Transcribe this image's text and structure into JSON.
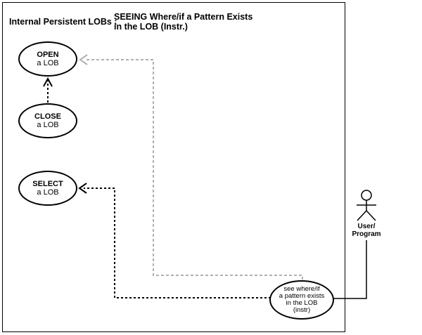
{
  "header": {
    "context_label": "Internal Persistent LOBs :",
    "title_line1": "SEEING Where/if a Pattern Exists",
    "title_line2": "in the LOB (Instr.)"
  },
  "use_cases": {
    "open": {
      "name": "OPEN",
      "object": "a LOB"
    },
    "close": {
      "name": "CLOSE",
      "object": "a LOB"
    },
    "select": {
      "name": "SELECT",
      "object": "a LOB"
    },
    "see_pattern": {
      "line1": "see where/if",
      "line2": "a pattern exists",
      "line3": "in the LOB",
      "line4": "(instr)"
    }
  },
  "actor": {
    "label_line1": "User/",
    "label_line2": "Program"
  },
  "colors": {
    "foreground": "#000000",
    "muted_arrow": "#b0b0b0",
    "background": "#ffffff"
  }
}
